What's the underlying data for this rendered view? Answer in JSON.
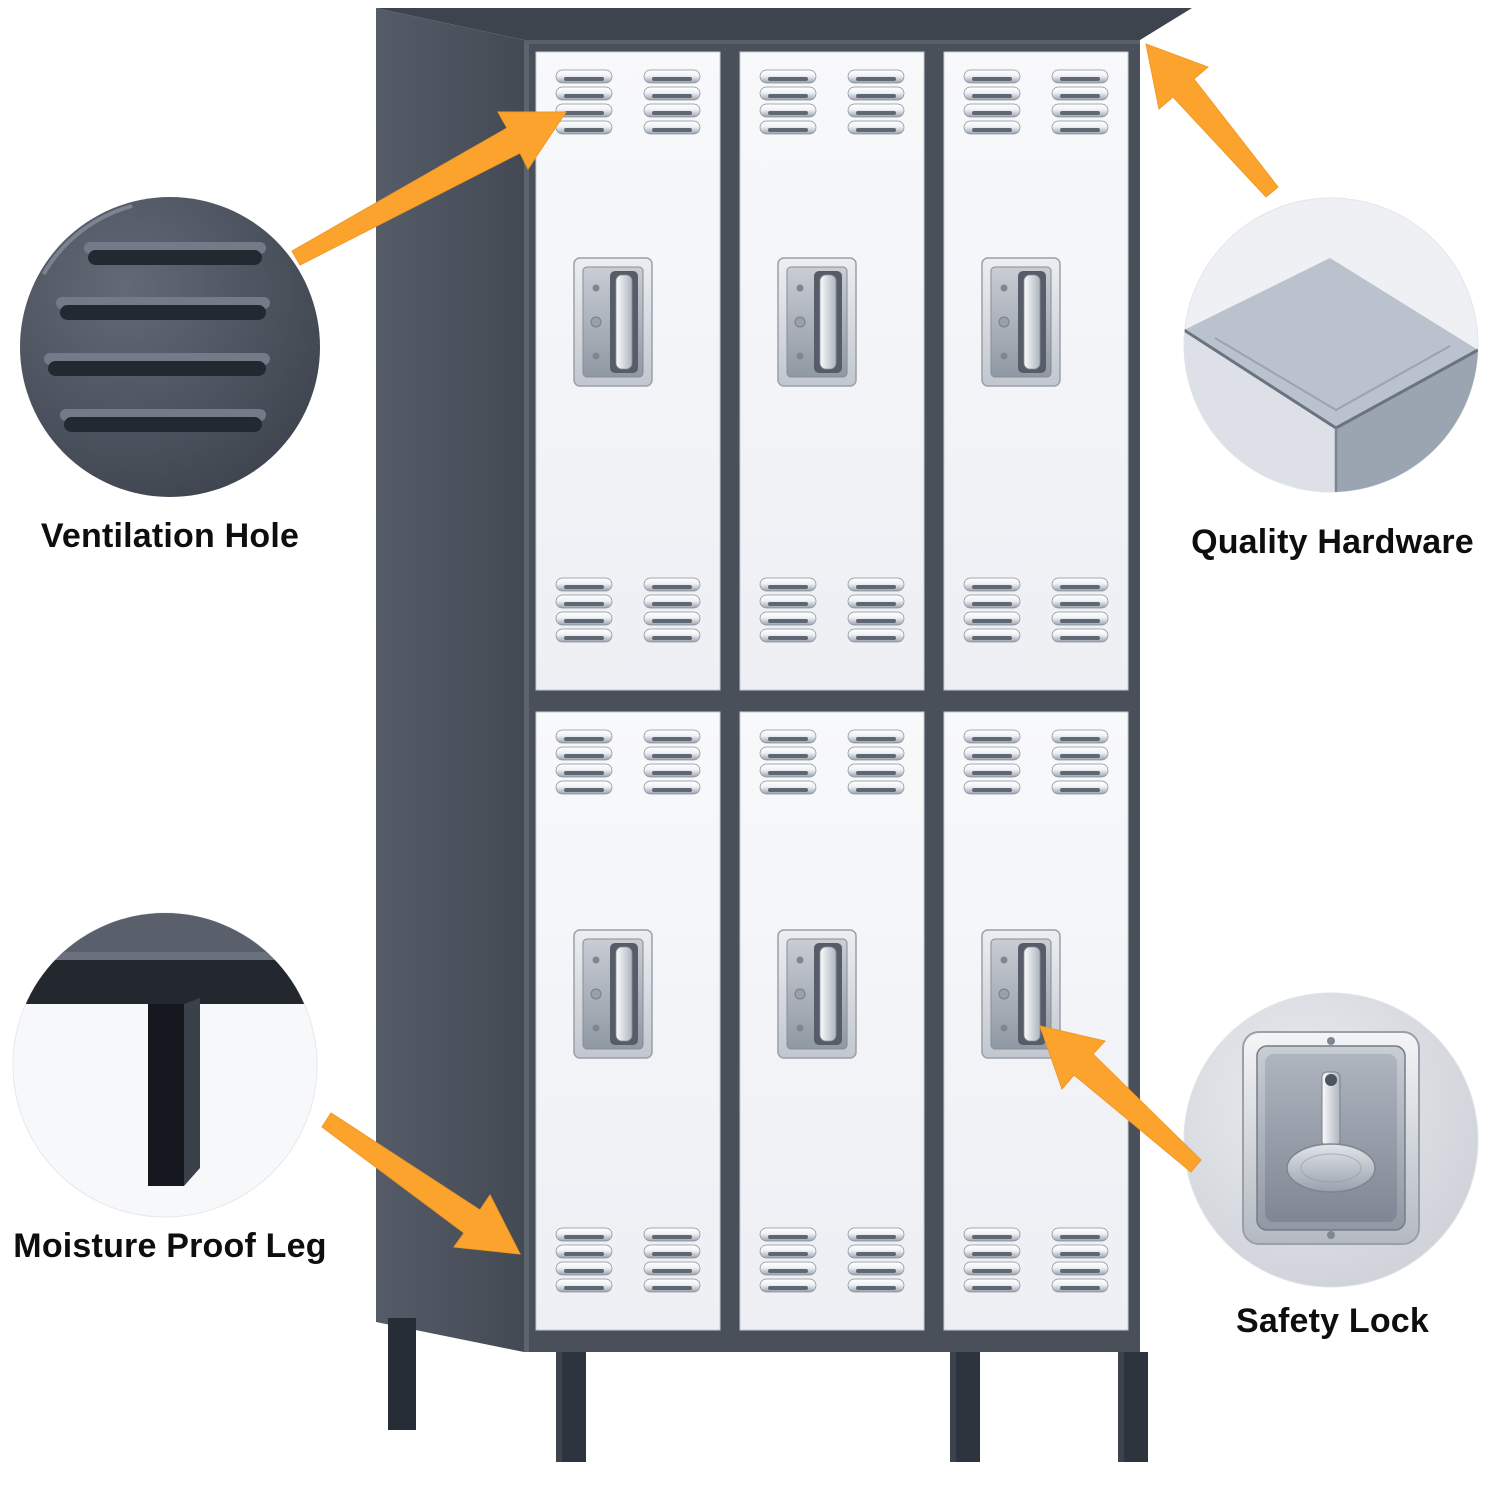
{
  "callouts": [
    {
      "id": "ventilation-hole",
      "label": "Ventilation Hole"
    },
    {
      "id": "quality-hardware",
      "label": "Quality Hardware"
    },
    {
      "id": "moisture-proof-leg",
      "label": "Moisture Proof Leg"
    },
    {
      "id": "safety-lock",
      "label": "Safety Lock"
    }
  ],
  "colors": {
    "accent_arrow": "#FCA32E",
    "cabinet_frame": "#49505A",
    "door": "#F3F4F8",
    "background": "#FFFFFF"
  }
}
